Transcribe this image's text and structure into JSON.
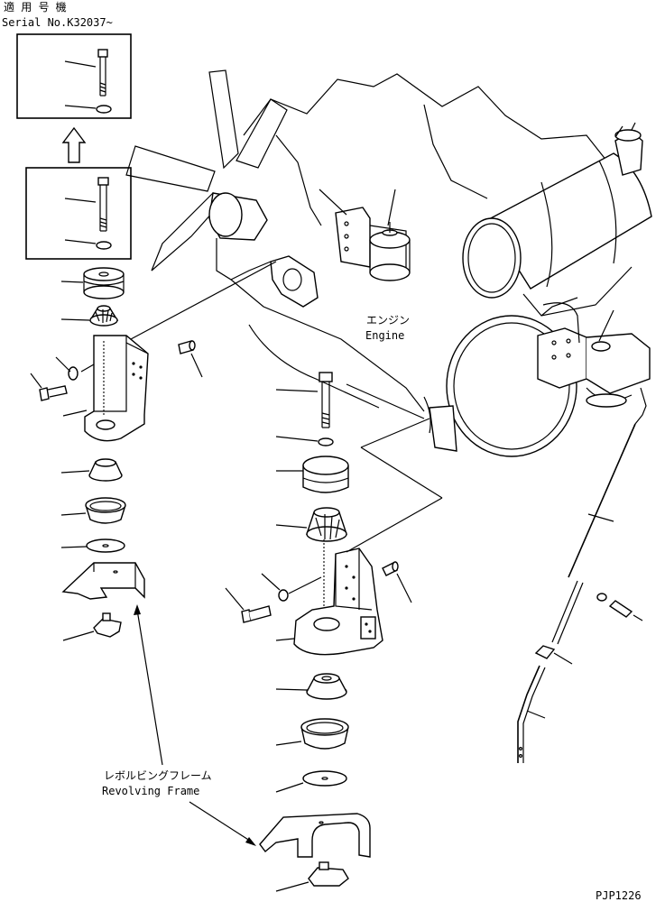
{
  "header": {
    "applicable_label": "適 用 号 機",
    "serial": "Serial No.K32037~"
  },
  "labels": {
    "engine_jp": "エンジン",
    "engine_en": "Engine",
    "frame_jp": "レボルビングフレーム",
    "frame_en": "Revolving Frame"
  },
  "footer": {
    "drawing_code": "PJP1226"
  }
}
